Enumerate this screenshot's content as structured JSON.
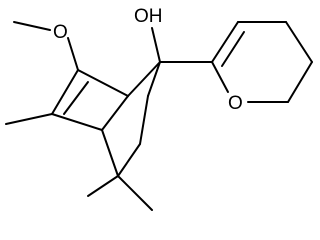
{
  "molecule": {
    "atom_labels": {
      "methoxy_oxygen": "O",
      "hydroxyl": "OH",
      "ring_oxygen": "O"
    }
  },
  "colors": {
    "background": "#ffffff",
    "bond": "#000000",
    "text": "#000000"
  }
}
